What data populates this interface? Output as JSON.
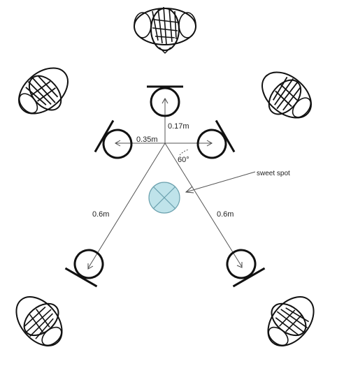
{
  "diagram": {
    "labels": {
      "front_distance": "0.17m",
      "side_distance": "0.35m",
      "angle": "60°",
      "left_distance": "0.6m",
      "right_distance": "0.6m",
      "sweet_spot": "sweet spot"
    },
    "colors": {
      "line": "#555555",
      "ink": "#111111",
      "sweet_spot_fill": "#bfe3ea",
      "sweet_spot_stroke": "#6aa0ad"
    },
    "icons": {
      "speaker": "speaker-icon",
      "listener": "listener-head-icon",
      "sweet_spot": "sweet-spot-icon"
    }
  }
}
